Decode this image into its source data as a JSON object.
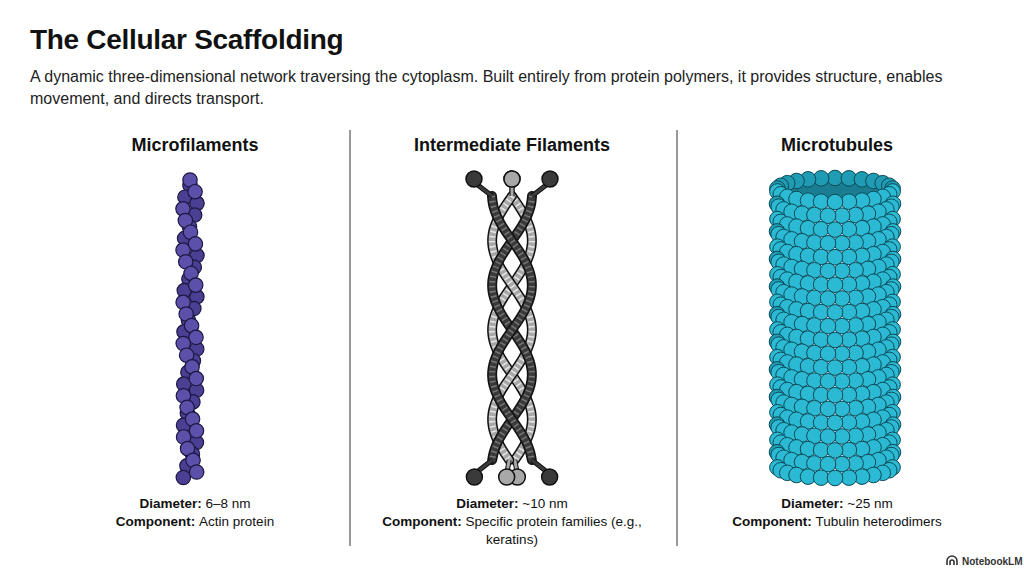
{
  "diagram": {
    "title": "The Cellular Scaffolding",
    "caption": "A dynamic three-dimensional network traversing the cytoplasm. Built entirely from protein polymers, it provides structure, enables movement, and directs transport.",
    "labels": [
      "Microfilaments",
      "Intermediate Filaments",
      "Microtubules",
      "Diameter:",
      "6–8 nm",
      "Component:",
      "Actin protein",
      "Diameter:",
      "~10 nm",
      "Component:",
      "Specific protein families (e.g., keratins)",
      "Diameter:",
      "~25 nm",
      "Component:",
      "Tubulin heterodimers",
      "NotebookLM"
    ]
  }
}
